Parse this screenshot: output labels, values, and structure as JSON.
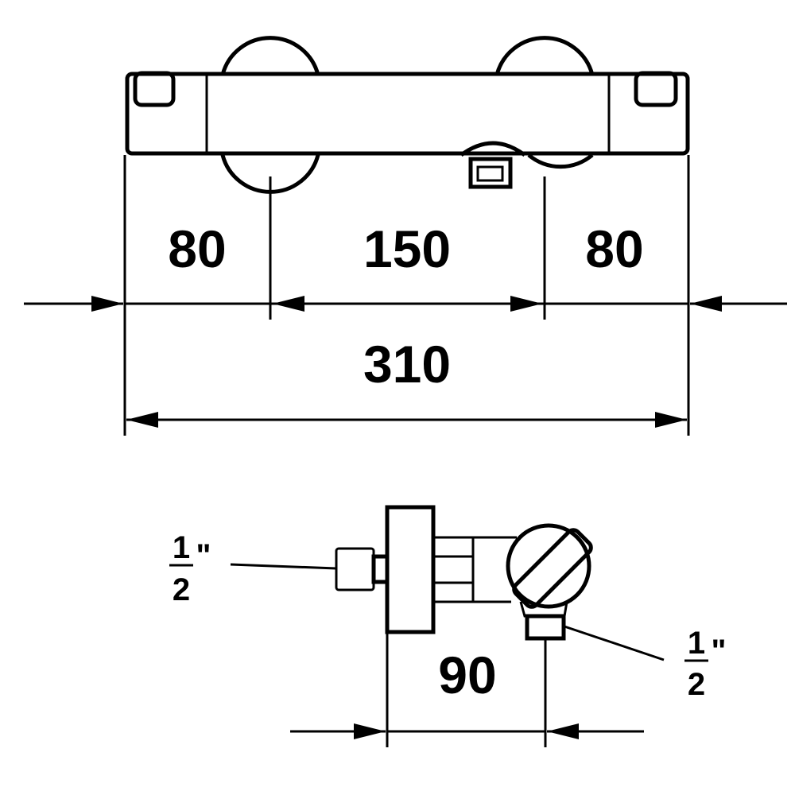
{
  "colors": {
    "line": "#000000",
    "background": "#ffffff"
  },
  "top_view": {
    "dims": {
      "left_offset": "80",
      "center_distance": "150",
      "right_offset": "80",
      "overall_width": "310"
    }
  },
  "side_view": {
    "depth": "90",
    "inlet_thread": {
      "numerator": "1",
      "denominator": "2",
      "unit": "\""
    },
    "outlet_thread": {
      "numerator": "1",
      "denominator": "2",
      "unit": "\""
    }
  }
}
